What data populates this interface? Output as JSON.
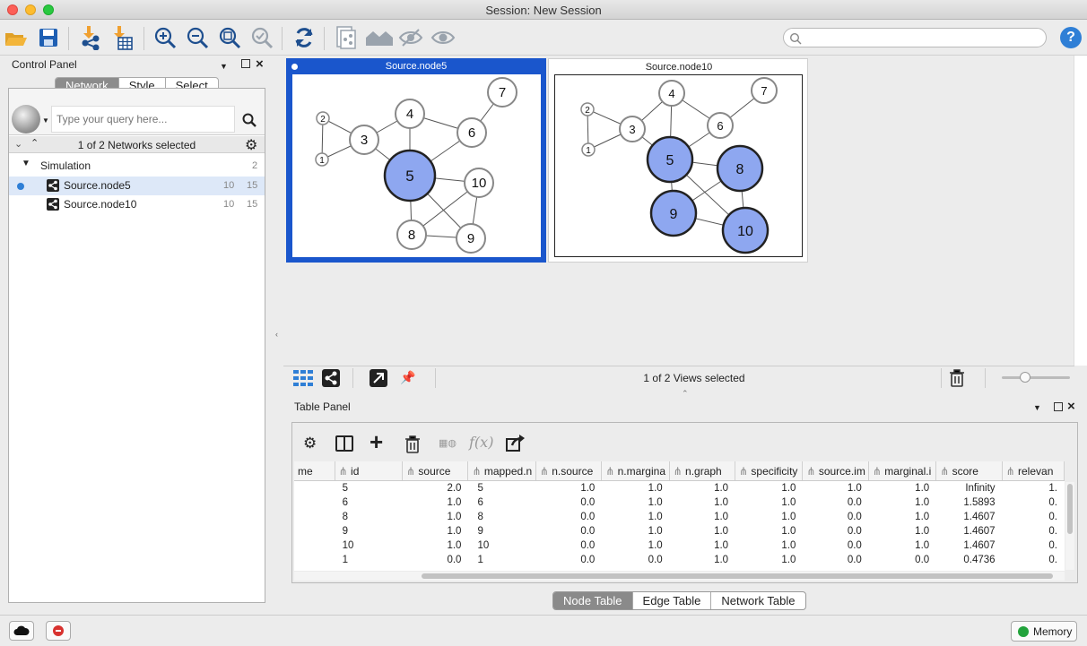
{
  "window": {
    "title": "Session: New Session"
  },
  "toolbar": {
    "icons": [
      "open-folder-icon",
      "save-icon",
      "import-network-icon",
      "import-table-icon",
      "zoom-in-icon",
      "zoom-out-icon",
      "zoom-fit-icon",
      "zoom-selected-icon",
      "refresh-icon",
      "new-network-from-selection-icon",
      "home-icon",
      "hide-icon",
      "show-icon"
    ],
    "search_placeholder": ""
  },
  "control_panel": {
    "title": "Control Panel",
    "tabs": [
      "Network",
      "Style",
      "Select"
    ],
    "active_tab": "Network",
    "query_placeholder": "Type your query here...",
    "selection_status": "1 of 2 Networks selected",
    "collection": {
      "name": "Simulation",
      "count": "2"
    },
    "networks": [
      {
        "name": "Source.node5",
        "nodes": "10",
        "edges": "15",
        "selected": true
      },
      {
        "name": "Source.node10",
        "nodes": "10",
        "edges": "15",
        "selected": false
      }
    ]
  },
  "views": {
    "thumbnails": [
      {
        "title": "Source.node5",
        "selected": true,
        "highlight": [
          "5"
        ]
      },
      {
        "title": "Source.node10",
        "selected": false,
        "highlight": [
          "5",
          "8",
          "9",
          "10"
        ]
      }
    ],
    "status": "1 of 2 Views selected"
  },
  "table_panel": {
    "title": "Table Panel",
    "function_label": "f(x)",
    "columns": [
      "me",
      "id",
      "source",
      "mapped.n",
      "n.source",
      "n.margina",
      "n.graph",
      "specificity",
      "source.im",
      "marginal.i",
      "score",
      "relevan"
    ],
    "rows": [
      [
        "",
        "5",
        "2.0",
        "5",
        "1.0",
        "1.0",
        "1.0",
        "1.0",
        "1.0",
        "1.0",
        "Infinity",
        "1."
      ],
      [
        "",
        "6",
        "1.0",
        "6",
        "0.0",
        "1.0",
        "1.0",
        "1.0",
        "0.0",
        "1.0",
        "1.5893",
        "0."
      ],
      [
        "",
        "8",
        "1.0",
        "8",
        "0.0",
        "1.0",
        "1.0",
        "1.0",
        "0.0",
        "1.0",
        "1.4607",
        "0."
      ],
      [
        "",
        "9",
        "1.0",
        "9",
        "0.0",
        "1.0",
        "1.0",
        "1.0",
        "0.0",
        "1.0",
        "1.4607",
        "0."
      ],
      [
        "",
        "10",
        "1.0",
        "10",
        "0.0",
        "1.0",
        "1.0",
        "1.0",
        "0.0",
        "1.0",
        "1.4607",
        "0."
      ],
      [
        "",
        "1",
        "0.0",
        "1",
        "0.0",
        "0.0",
        "1.0",
        "1.0",
        "0.0",
        "0.0",
        "0.4736",
        "0."
      ]
    ],
    "bottom_tabs": [
      "Node Table",
      "Edge Table",
      "Network Table"
    ],
    "active_bottom_tab": "Node Table"
  },
  "statusbar": {
    "memory_label": "Memory"
  },
  "colors": {
    "accent": "#1a56cc",
    "node_highlight": "#8ea7f0",
    "memory_dot": "#22a33c"
  }
}
